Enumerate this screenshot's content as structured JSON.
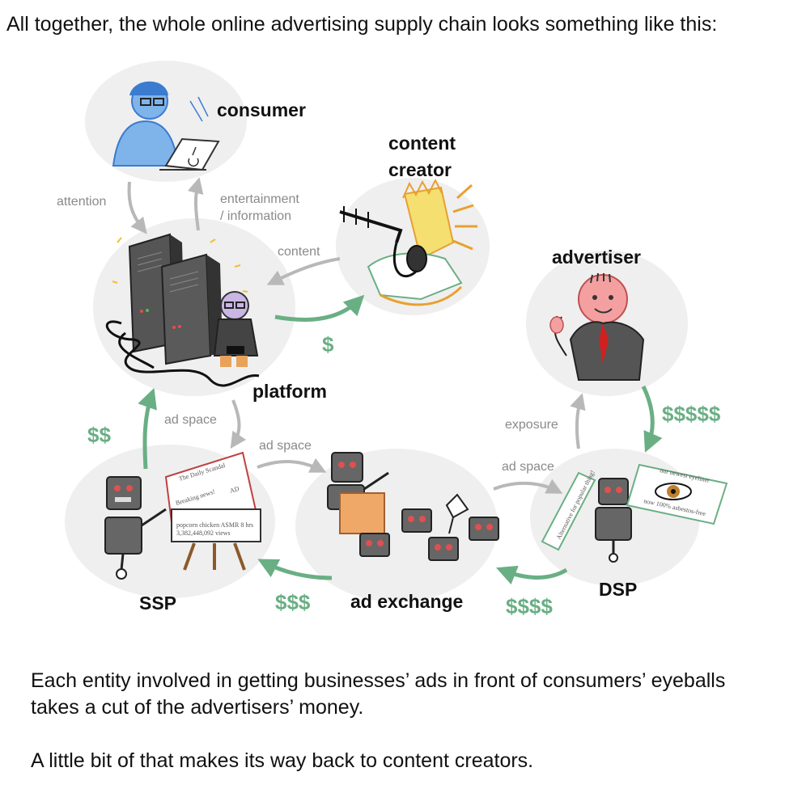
{
  "heading": "All together, the whole online advertising supply chain looks something like this:",
  "nodes": {
    "consumer": "consumer",
    "content_creator_line1": "content",
    "content_creator_line2": "creator",
    "advertiser": "advertiser",
    "platform": "platform",
    "ssp": "SSP",
    "ad_exchange": "ad exchange",
    "dsp": "DSP"
  },
  "edges": {
    "attention": "attention",
    "entertainment_line1": "entertainment",
    "entertainment_line2": "/ information",
    "content": "content",
    "platform_to_creator_money": "$",
    "platform_ad_space": "ad space",
    "ssp_to_platform_money": "$$",
    "ssp_ad_space": "ad space",
    "exchange_to_ssp_money": "$$$",
    "exchange_ad_space": "ad space",
    "dsp_to_exchange_money": "$$$$",
    "exposure": "exposure",
    "advertiser_to_dsp_money": "$$$$$"
  },
  "illustration_text": {
    "newspaper_title": "The Daily Scandal",
    "newspaper_ad": "AD",
    "breaking_news": "Breaking news!",
    "video_caption": "popcorn chicken ASMR 8 hrs",
    "video_views": "3,382,448,092 views",
    "billboard_line1": "our newest eyeliner",
    "billboard_line2": "now 100% asbestos-free",
    "sign_text": "Alternative for popular thing!"
  },
  "colors": {
    "money_green": "#6aaf84",
    "flow_gray": "#b8b8b8",
    "cloud_gray": "#eeeeee"
  },
  "paragraphs": [
    "Each entity involved in getting businesses’ ads in front of consumers’ eyeballs takes a cut of the advertisers’ money.",
    "A little bit of that makes its way back to content creators."
  ]
}
